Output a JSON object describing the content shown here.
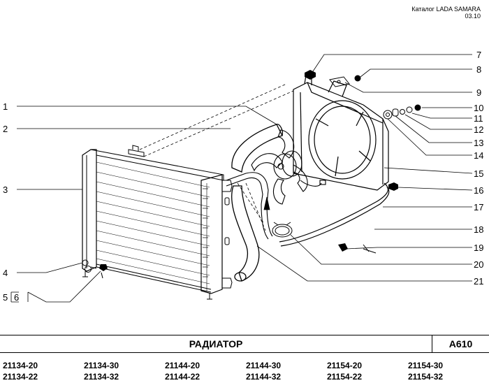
{
  "header": {
    "catalog_label": "Каталог  LADA SAMARA",
    "date": "03.10"
  },
  "callouts": [
    {
      "id": "1",
      "label": "1"
    },
    {
      "id": "2",
      "label": "2"
    },
    {
      "id": "3",
      "label": "3"
    },
    {
      "id": "4",
      "label": "4"
    },
    {
      "id": "5",
      "label": "5"
    },
    {
      "id": "6",
      "label": "6"
    },
    {
      "id": "7",
      "label": "7"
    },
    {
      "id": "8",
      "label": "8"
    },
    {
      "id": "9",
      "label": "9"
    },
    {
      "id": "10",
      "label": "10"
    },
    {
      "id": "11",
      "label": "11"
    },
    {
      "id": "12",
      "label": "12"
    },
    {
      "id": "13",
      "label": "13"
    },
    {
      "id": "14",
      "label": "14"
    },
    {
      "id": "15",
      "label": "15"
    },
    {
      "id": "16",
      "label": "16"
    },
    {
      "id": "17",
      "label": "17"
    },
    {
      "id": "18",
      "label": "18"
    },
    {
      "id": "19",
      "label": "19"
    },
    {
      "id": "20",
      "label": "20"
    },
    {
      "id": "21",
      "label": "21"
    }
  ],
  "title": {
    "name": "РАДИАТОР",
    "code": "A610"
  },
  "models": [
    [
      "21134-20",
      "21134-30",
      "21144-20",
      "21144-30",
      "21154-20",
      "21154-30"
    ],
    [
      "21134-22",
      "21134-32",
      "21144-22",
      "21144-32",
      "21154-22",
      "21154-32"
    ]
  ]
}
